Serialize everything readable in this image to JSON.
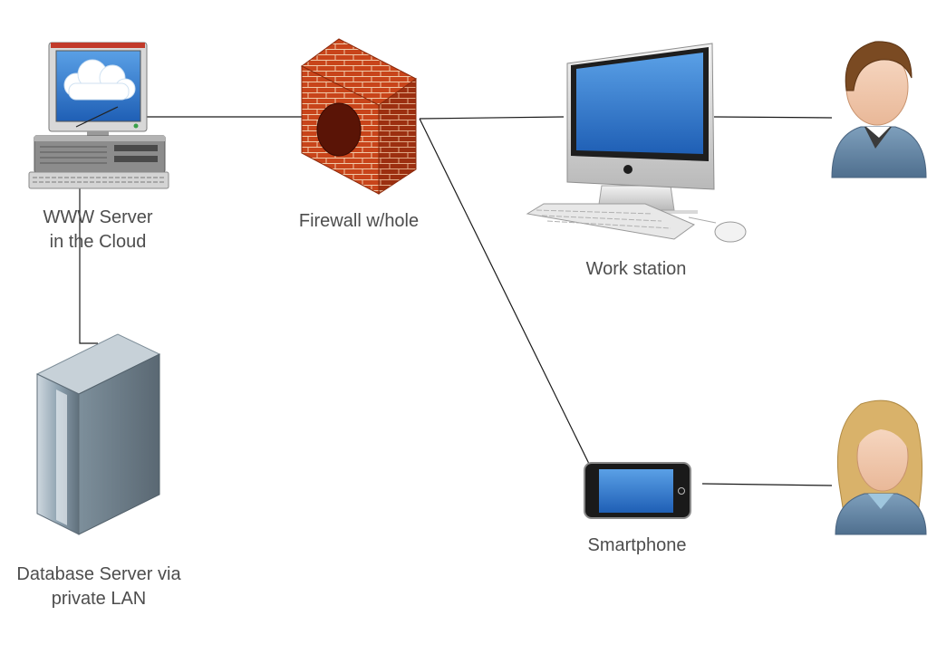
{
  "nodes": {
    "www_server": {
      "lines": [
        "WWW Server",
        "in the Cloud"
      ]
    },
    "firewall": {
      "lines": [
        "Firewall w/hole"
      ]
    },
    "workstation": {
      "lines": [
        "Work station"
      ]
    },
    "database_server": {
      "lines": [
        "Database Server via",
        "private LAN"
      ]
    },
    "smartphone": {
      "lines": [
        "Smartphone"
      ]
    },
    "user_male": {
      "lines": []
    },
    "user_female": {
      "lines": []
    }
  },
  "colors": {
    "label_text": "#4d4d4d",
    "connector": "#1a1a1a",
    "firewall_brick": "#c8441a",
    "screen_blue": "#3b7fd4"
  }
}
